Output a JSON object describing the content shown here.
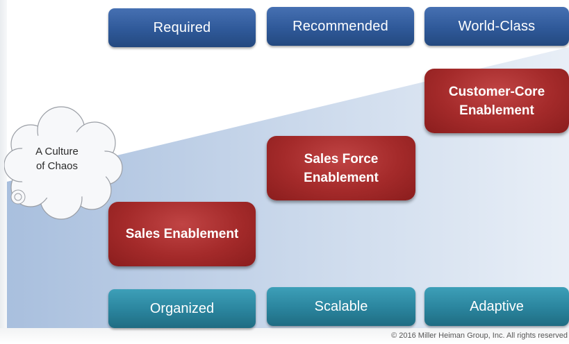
{
  "tiers": {
    "required": "Required",
    "recommended": "Recommended",
    "world_class": "World-Class"
  },
  "stages": {
    "sales_enablement": "Sales Enablement",
    "sales_force_enablement": "Sales Force\nEnablement",
    "customer_core_enablement": "Customer-Core\nEnablement"
  },
  "qualities": {
    "organized": "Organized",
    "scalable": "Scalable",
    "adaptive": "Adaptive"
  },
  "cloud_label": "A Culture\nof Chaos",
  "copyright": "© 2016 Miller Heiman Group, Inc. All rights reserved",
  "colors": {
    "tier_blue": "#2f5999",
    "stage_red": "#a42a2a",
    "quality_teal": "#2a849d",
    "wedge_blue": "#a9c0de"
  }
}
